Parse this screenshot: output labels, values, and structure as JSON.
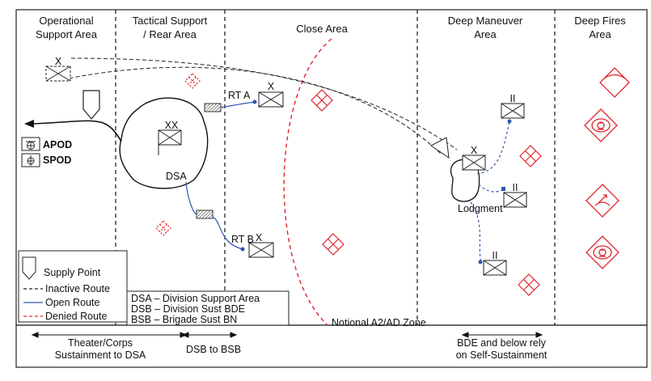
{
  "zones": [
    {
      "line1": "Operational",
      "line2": "Support Area"
    },
    {
      "line1": "Tactical Support",
      "line2": "/ Rear Area"
    },
    {
      "line1": "Close Area",
      "line2": ""
    },
    {
      "line1": "Deep Maneuver",
      "line2": "Area"
    },
    {
      "line1": "Deep Fires",
      "line2": "Area"
    }
  ],
  "units": {
    "ops_unit_echelon": "X",
    "division_echelon": "XX",
    "rta_label": "RT A",
    "rta_echelon": "X",
    "rtb_label": "RT B",
    "rtb_echelon": "X",
    "deep_bde_echelon": "X",
    "bn1_echelon": "II",
    "bn2_echelon": "II",
    "bn3_echelon": "II"
  },
  "areas": {
    "dsa_label": "DSA",
    "lodgment_label": "Lodgment",
    "a2ad_label": "Notional A2/AD Zone"
  },
  "ports": {
    "apod": "APOD",
    "spod": "SPOD"
  },
  "legend": {
    "supply_point": "Supply Point",
    "inactive_route": "Inactive Route",
    "open_route": "Open Route",
    "denied_route": "Denied Route"
  },
  "abbreviations": [
    "DSA – Division Support Area",
    "DSB – Division Sust BDE",
    "BSB – Brigade Sust BN"
  ],
  "footer": {
    "left_line1": "Theater/Corps",
    "left_line2": "Sustainment to DSA",
    "middle": "DSB to BSB",
    "right_line1": "BDE and below rely",
    "right_line2": "on Self-Sustainment"
  },
  "colors": {
    "open_route": "#2f56b0",
    "denied": "#e0242b",
    "inactive": "#222222"
  }
}
